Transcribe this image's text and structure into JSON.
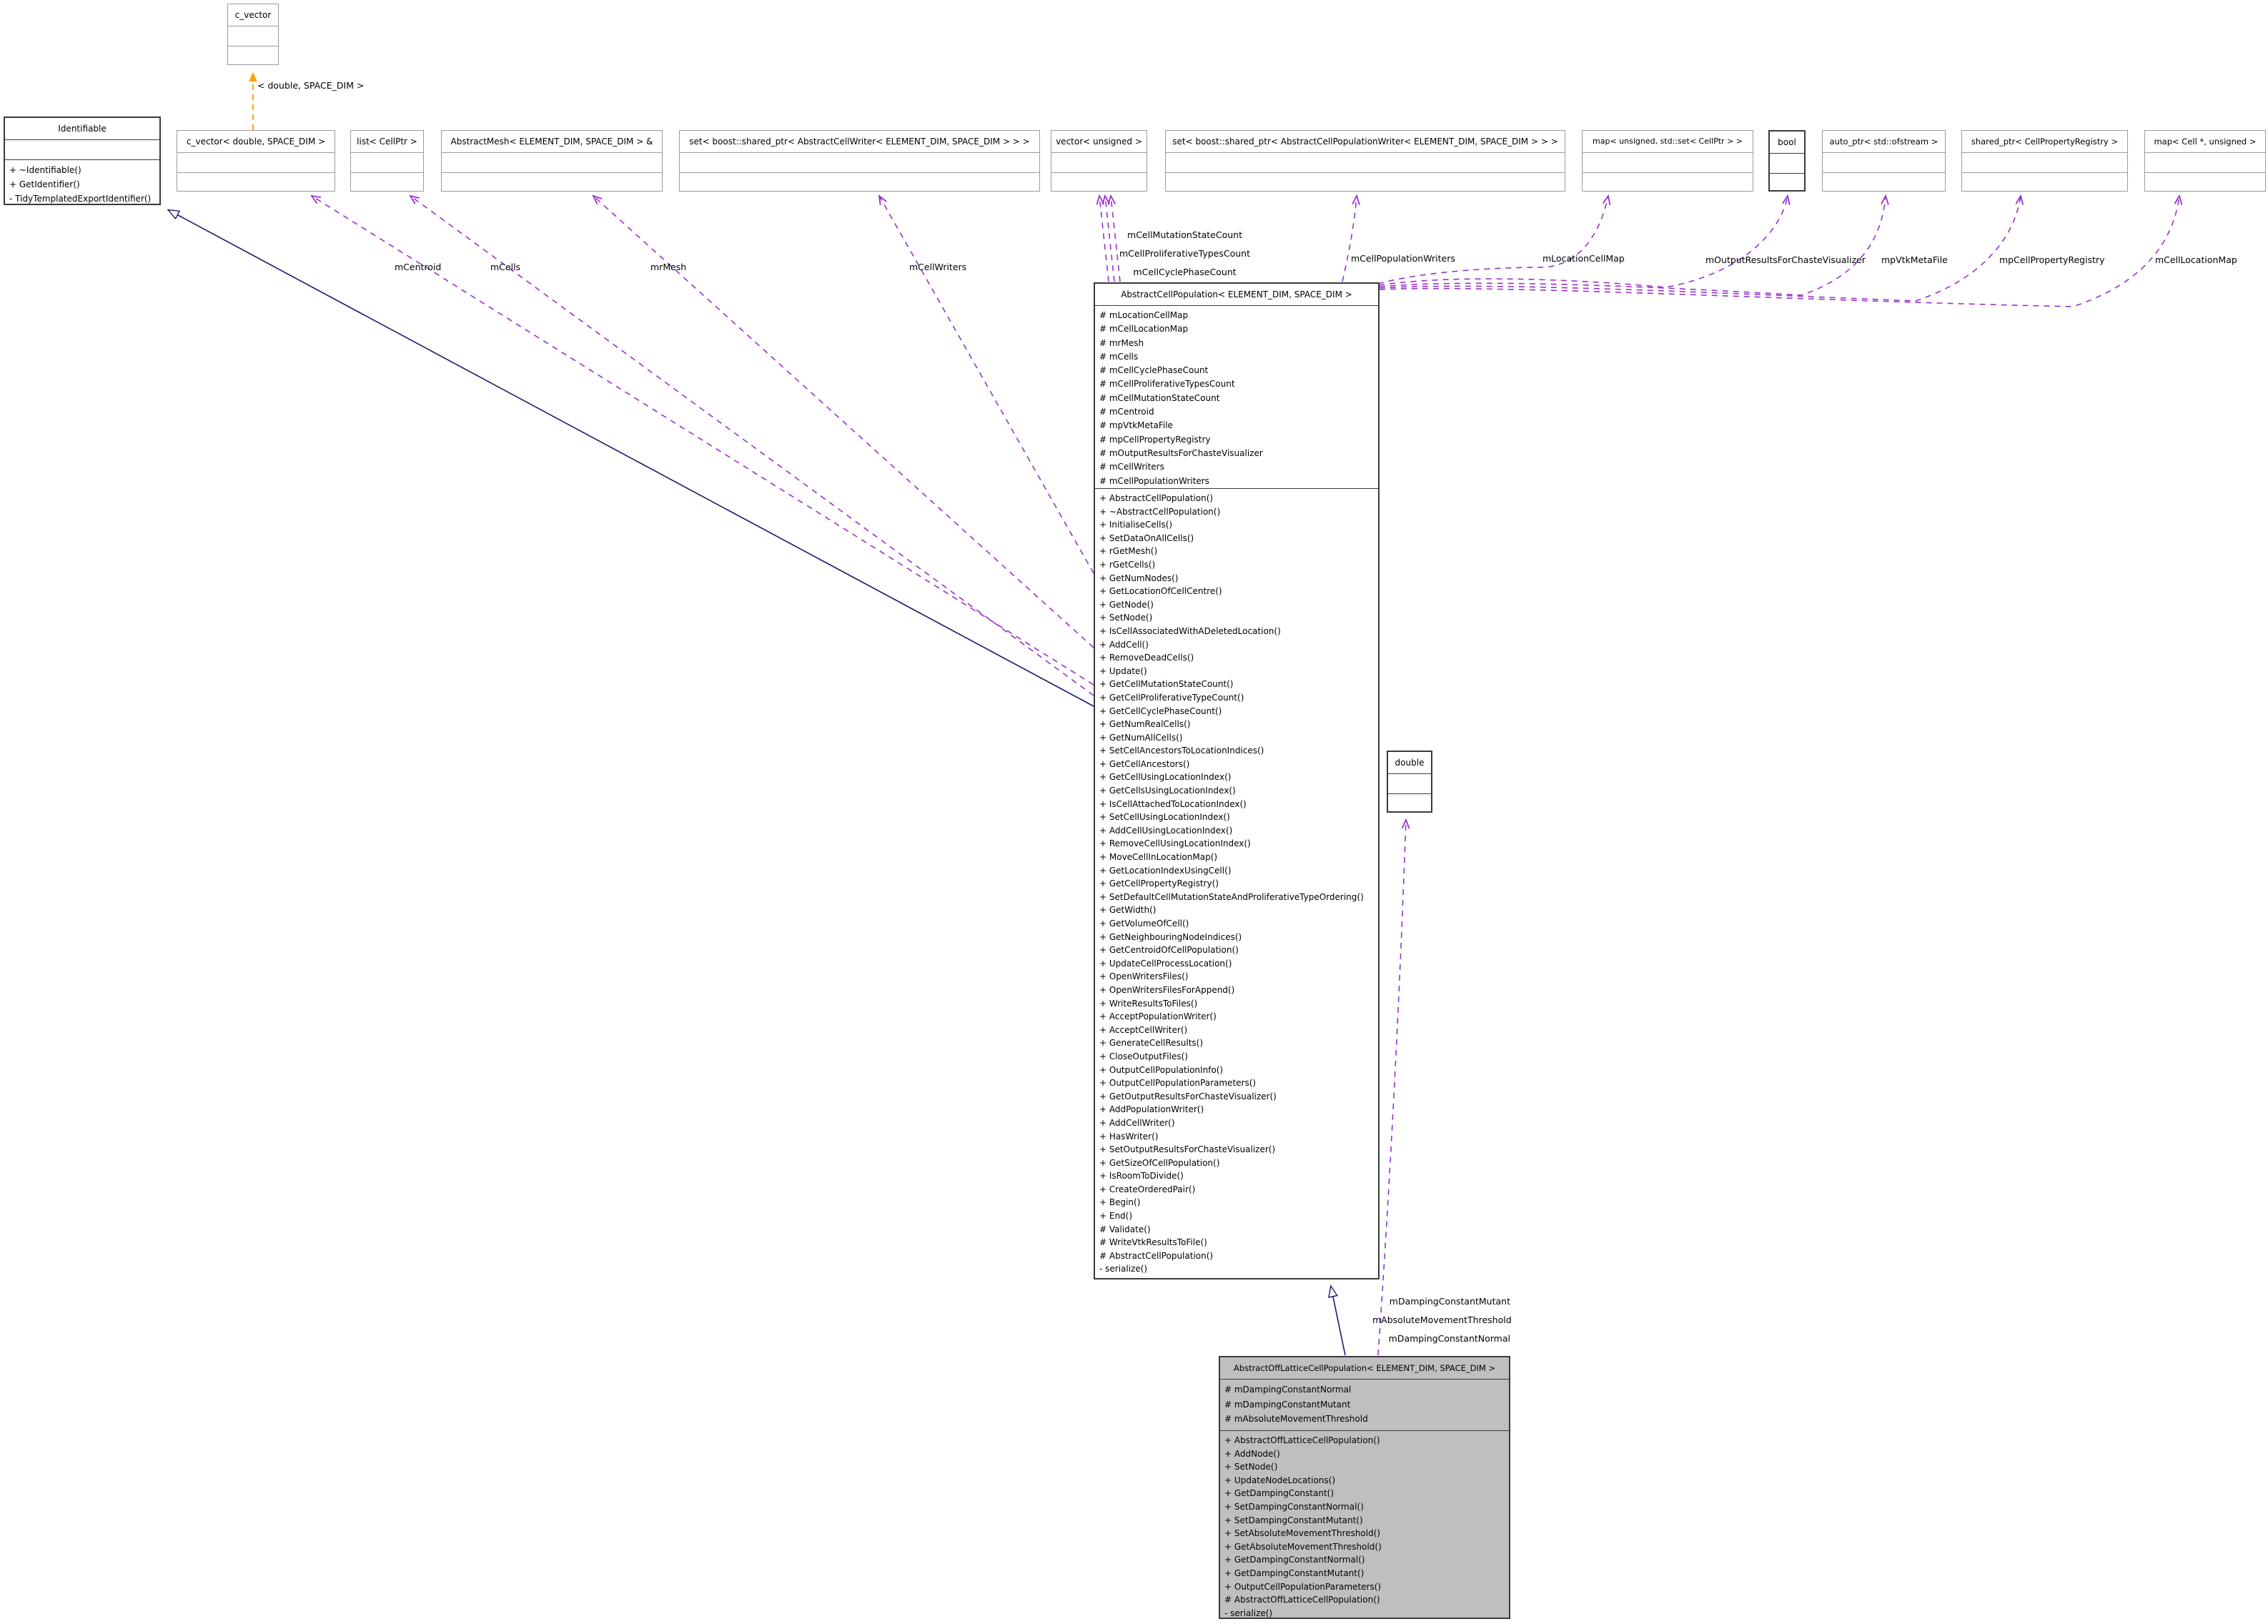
{
  "diagram": {
    "classes": {
      "c_vector": {
        "title": "c_vector"
      },
      "identifiable": {
        "title": "Identifiable",
        "methods": [
          "+ ~Identifiable()",
          "+ GetIdentifier()",
          "- TidyTemplatedExportIdentifier()"
        ]
      },
      "c_vector_double": {
        "title": "c_vector< double, SPACE_DIM >"
      },
      "list_cellptr": {
        "title": "list< CellPtr >"
      },
      "abstract_mesh": {
        "title": "AbstractMesh< ELEMENT_DIM, SPACE_DIM > &"
      },
      "set_cell_writer": {
        "title": "set< boost::shared_ptr< AbstractCellWriter< ELEMENT_DIM, SPACE_DIM > > >"
      },
      "vector_unsigned": {
        "title": "vector< unsigned >"
      },
      "set_population_writer": {
        "title": "set< boost::shared_ptr< AbstractCellPopulationWriter< ELEMENT_DIM, SPACE_DIM > > >"
      },
      "map_unsigned_set": {
        "title": "map< unsigned, std::set< CellPtr > >"
      },
      "bool": {
        "title": "bool"
      },
      "auto_ptr": {
        "title": "auto_ptr< std::ofstream >"
      },
      "shared_ptr_registry": {
        "title": "shared_ptr< CellPropertyRegistry >"
      },
      "map_cell_unsigned": {
        "title": "map< Cell *, unsigned >"
      },
      "double": {
        "title": "double"
      },
      "main": {
        "title": "AbstractCellPopulation< ELEMENT_DIM, SPACE_DIM >",
        "attributes": [
          "# mLocationCellMap",
          "# mCellLocationMap",
          "# mrMesh",
          "# mCells",
          "# mCellCyclePhaseCount",
          "# mCellProliferativeTypesCount",
          "# mCellMutationStateCount",
          "# mCentroid",
          "# mpVtkMetaFile",
          "# mpCellPropertyRegistry",
          "# mOutputResultsForChasteVisualizer",
          "# mCellWriters",
          "# mCellPopulationWriters"
        ],
        "methods": [
          "+ AbstractCellPopulation()",
          "+ ~AbstractCellPopulation()",
          "+ InitialiseCells()",
          "+ SetDataOnAllCells()",
          "+ rGetMesh()",
          "+ rGetCells()",
          "+ GetNumNodes()",
          "+ GetLocationOfCellCentre()",
          "+ GetNode()",
          "+ SetNode()",
          "+ IsCellAssociatedWithADeletedLocation()",
          "+ AddCell()",
          "+ RemoveDeadCells()",
          "+ Update()",
          "+ GetCellMutationStateCount()",
          "+ GetCellProliferativeTypeCount()",
          "+ GetCellCyclePhaseCount()",
          "+ GetNumRealCells()",
          "+ GetNumAllCells()",
          "+ SetCellAncestorsToLocationIndices()",
          "+ GetCellAncestors()",
          "+ GetCellUsingLocationIndex()",
          "+ GetCellsUsingLocationIndex()",
          "+ IsCellAttachedToLocationIndex()",
          "+ SetCellUsingLocationIndex()",
          "+ AddCellUsingLocationIndex()",
          "+ RemoveCellUsingLocationIndex()",
          "+ MoveCellInLocationMap()",
          "+ GetLocationIndexUsingCell()",
          "+ GetCellPropertyRegistry()",
          "+ SetDefaultCellMutationStateAndProliferativeTypeOrdering()",
          "+ GetWidth()",
          "+ GetVolumeOfCell()",
          "+ GetNeighbouringNodeIndices()",
          "+ GetCentroidOfCellPopulation()",
          "+ UpdateCellProcessLocation()",
          "+ OpenWritersFiles()",
          "+ OpenWritersFilesForAppend()",
          "+ WriteResultsToFiles()",
          "+ AcceptPopulationWriter()",
          "+ AcceptCellWriter()",
          "+ GenerateCellResults()",
          "+ CloseOutputFiles()",
          "+ OutputCellPopulationInfo()",
          "+ OutputCellPopulationParameters()",
          "+ GetOutputResultsForChasteVisualizer()",
          "+ AddPopulationWriter()",
          "+ AddCellWriter()",
          "+ HasWriter()",
          "+ SetOutputResultsForChasteVisualizer()",
          "+ GetSizeOfCellPopulation()",
          "+ IsRoomToDivide()",
          "+ CreateOrderedPair()",
          "+ Begin()",
          "+ End()",
          "# Validate()",
          "# WriteVtkResultsToFile()",
          "# AbstractCellPopulation()",
          "- serialize()"
        ]
      },
      "derived": {
        "title": "AbstractOffLatticeCellPopulation< ELEMENT_DIM, SPACE_DIM >",
        "attributes": [
          "# mDampingConstantNormal",
          "# mDampingConstantMutant",
          "# mAbsoluteMovementThreshold"
        ],
        "methods": [
          "+ AbstractOffLatticeCellPopulation()",
          "+ AddNode()",
          "+ SetNode()",
          "+ UpdateNodeLocations()",
          "+ GetDampingConstant()",
          "+ SetDampingConstantNormal()",
          "+ SetDampingConstantMutant()",
          "+ SetAbsoluteMovementThreshold()",
          "+ GetAbsoluteMovementThreshold()",
          "+ GetDampingConstantNormal()",
          "+ GetDampingConstantMutant()",
          "+ OutputCellPopulationParameters()",
          "# AbstractOffLatticeCellPopulation()",
          "- serialize()"
        ]
      }
    },
    "edge_labels": {
      "template_args": "< double, SPACE_DIM >",
      "mCentroid": "mCentroid",
      "mCells": "mCells",
      "mrMesh": "mrMesh",
      "mCellWriters": "mCellWriters",
      "counts": {
        "l1": "mCellMutationStateCount",
        "l2": "mCellProliferativeTypesCount",
        "l3": "mCellCyclePhaseCount"
      },
      "mCellPopulationWriters": "mCellPopulationWriters",
      "mLocationCellMap": "mLocationCellMap",
      "mOutputResultsForChasteVisualizer": "mOutputResultsForChasteVisualizer",
      "mpVtkMetaFile": "mpVtkMetaFile",
      "mpCellPropertyRegistry": "mpCellPropertyRegistry",
      "mCellLocationMap": "mCellLocationMap",
      "derived_to_double": {
        "l1": "mDampingConstantMutant",
        "l2": "mAbsoluteMovementThreshold",
        "l3": "mDampingConstantNormal"
      }
    },
    "colors": {
      "usage_edge": "#9932CC",
      "inheritance_edge": "#191970",
      "template_edge": "#FFA500",
      "main_node_fill": "#bfbfbf",
      "light_border": "#9b9b9b",
      "dark_border": "#3a3a3a"
    }
  }
}
